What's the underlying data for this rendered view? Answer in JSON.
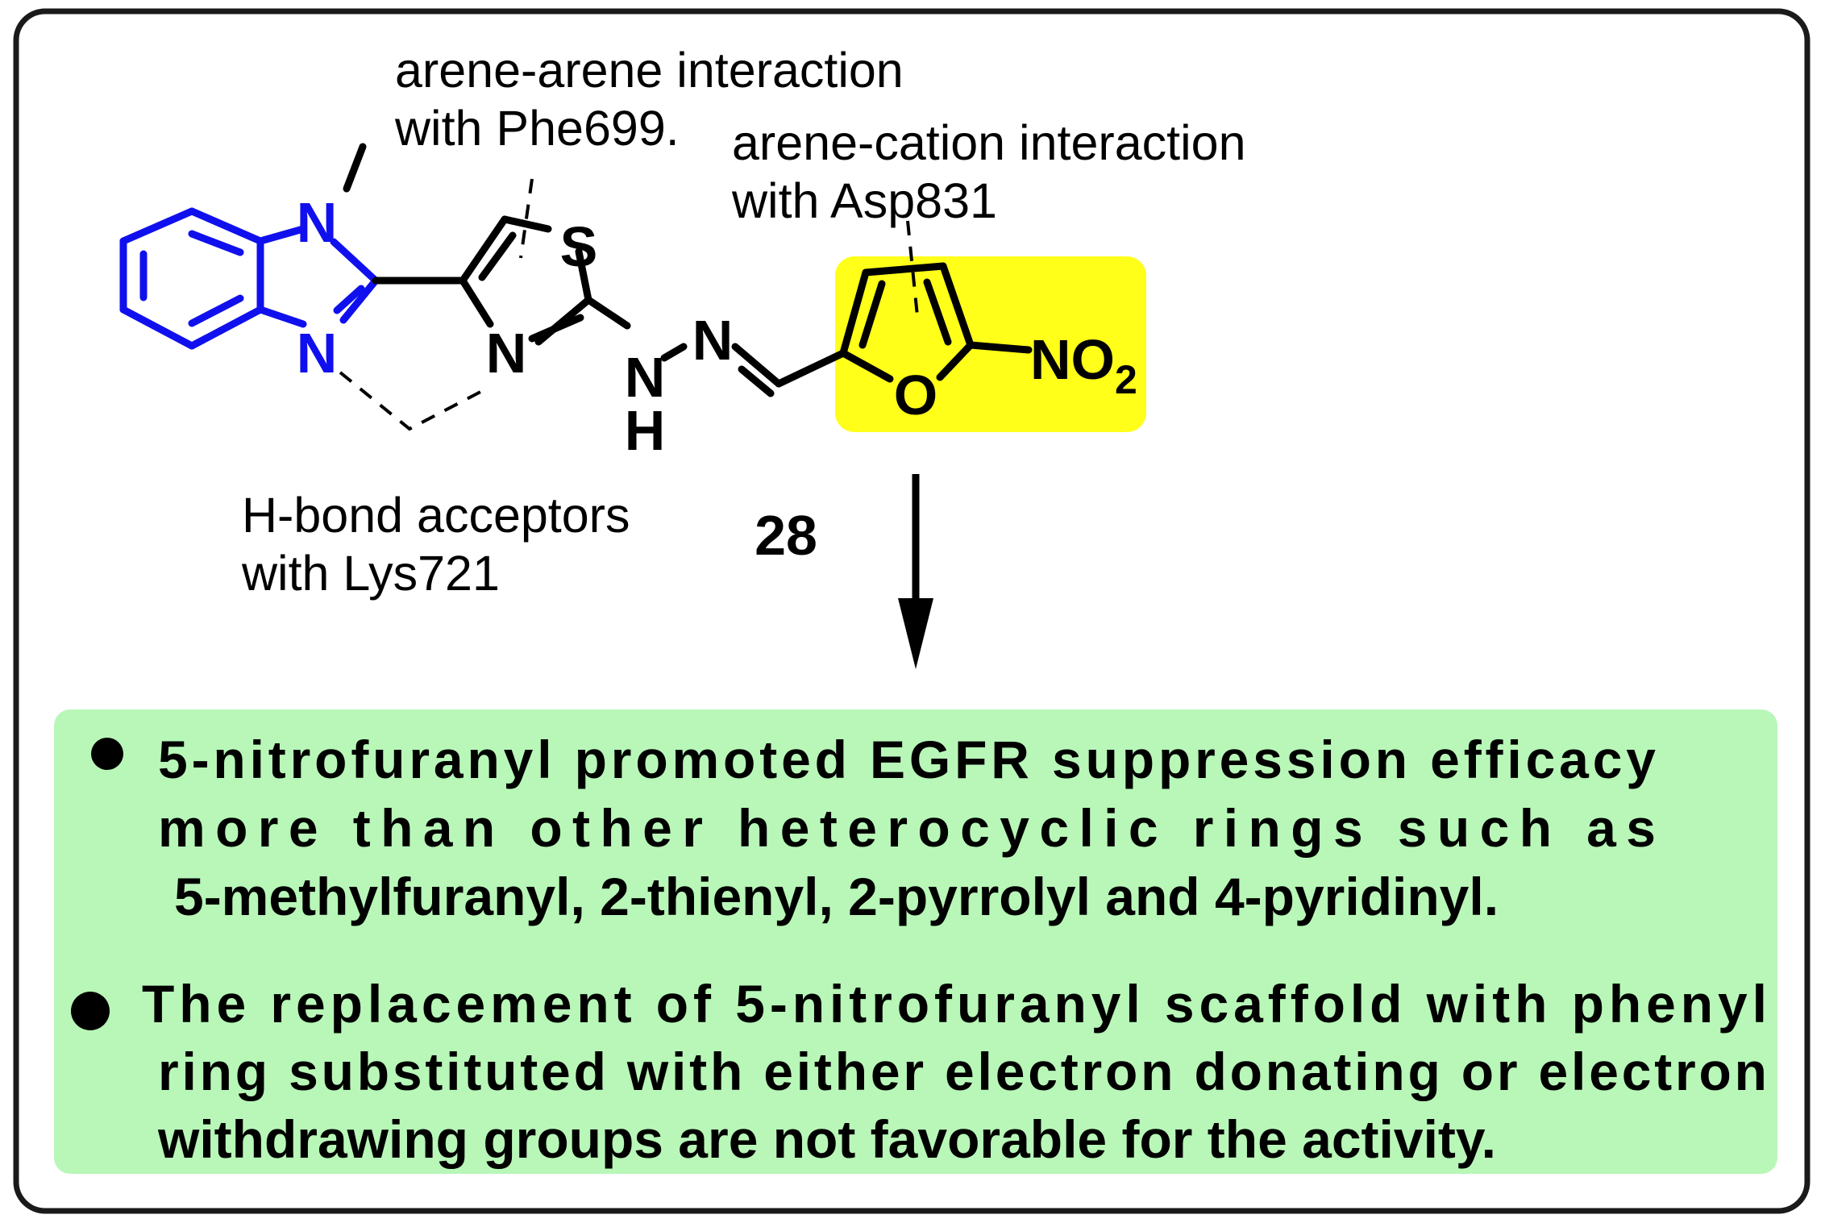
{
  "annotations": {
    "arene_arene": [
      "arene-arene interaction",
      "with Phe699."
    ],
    "arene_cation": [
      "arene-cation interaction",
      "with Asp831"
    ],
    "hbond": [
      "H-bond acceptors",
      "with Lys721"
    ]
  },
  "compound_number": "28",
  "atoms": {
    "benz_n_top": "N",
    "benz_n_bottom": "N",
    "thiazole_s": "S",
    "thiazole_n": "N",
    "hydrazone_nh_n": "N",
    "hydrazone_nh_h": "H",
    "hydrazone_n": "N",
    "furan_o": "O",
    "nitro": "NO",
    "nitro_sub": "2"
  },
  "findings": [
    {
      "lines": [
        "5-nitrofuranyl promoted EGFR suppression efficacy",
        "more than other heterocyclic rings such as",
        "5-methylfuranyl, 2-thienyl, 2-pyrrolyl and 4-pyridinyl."
      ]
    },
    {
      "lines": [
        "The replacement of 5-nitrofuranyl scaffold with phenyl",
        "ring substituted with either electron donating or electron",
        "withdrawing groups are not favorable for the activity."
      ]
    }
  ],
  "colors": {
    "benzimidazole": "#1010ee",
    "furan_highlight": "#ffff1a",
    "findings_box": "#b8f7b8",
    "frame": "#1a1a1a"
  }
}
